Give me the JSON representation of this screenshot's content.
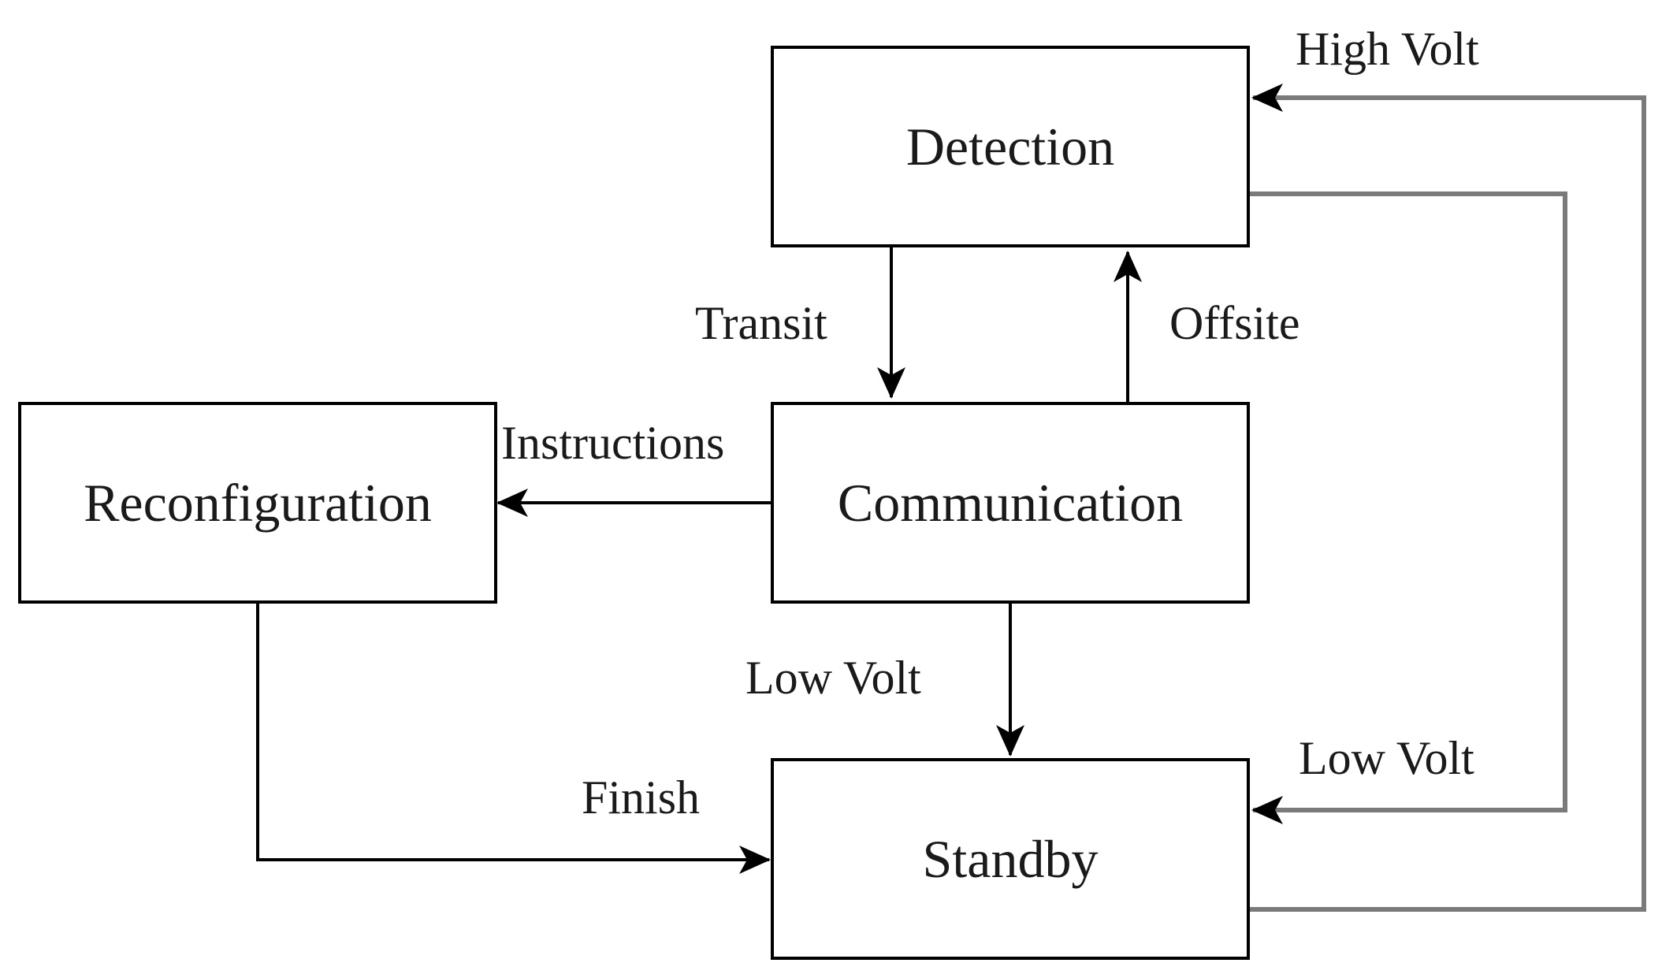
{
  "nodes": {
    "detection": "Detection",
    "communication": "Communication",
    "reconfiguration": "Reconfiguration",
    "standby": "Standby"
  },
  "edges": {
    "transit": "Transit",
    "offsite": "Offsite",
    "instructions": "Instructions",
    "low_volt_comm_standby": "Low Volt",
    "finish": "Finish",
    "low_volt_detection_standby": "Low Volt",
    "high_volt": "High Volt"
  },
  "colors": {
    "box_stroke": "#000000",
    "edge_black": "#000000",
    "edge_gray": "#7a7a7a",
    "text": "#1a1a1a"
  }
}
